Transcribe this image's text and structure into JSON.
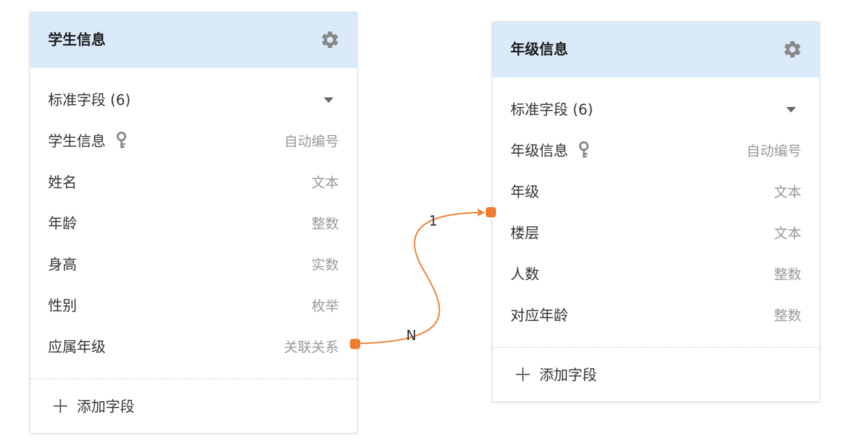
{
  "colors": {
    "header_bg": "#dbeafb",
    "relation_line": "#f07d2e",
    "icon_gray": "#888888"
  },
  "left_table": {
    "title": "学生信息",
    "standard_fields_label": "标准字段 (6)",
    "fields": [
      {
        "name": "学生信息",
        "type": "自动编号",
        "primary_key": true
      },
      {
        "name": "姓名",
        "type": "文本"
      },
      {
        "name": "年龄",
        "type": "整数"
      },
      {
        "name": "身高",
        "type": "实数"
      },
      {
        "name": "性别",
        "type": "枚举"
      },
      {
        "name": "应属年级",
        "type": "关联关系"
      }
    ],
    "add_field_label": "添加字段"
  },
  "right_table": {
    "title": "年级信息",
    "standard_fields_label": "标准字段 (6)",
    "fields": [
      {
        "name": "年级信息",
        "type": "自动编号",
        "primary_key": true
      },
      {
        "name": "年级",
        "type": "文本"
      },
      {
        "name": "楼层",
        "type": "文本"
      },
      {
        "name": "人数",
        "type": "整数"
      },
      {
        "name": "对应年龄",
        "type": "整数"
      }
    ],
    "add_field_label": "添加字段"
  },
  "relation": {
    "from_cardinality": "N",
    "to_cardinality": "1"
  },
  "icons": {
    "settings": "gear-icon",
    "expand": "caret-down-icon",
    "primary_key": "key-icon",
    "add": "plus-icon"
  }
}
